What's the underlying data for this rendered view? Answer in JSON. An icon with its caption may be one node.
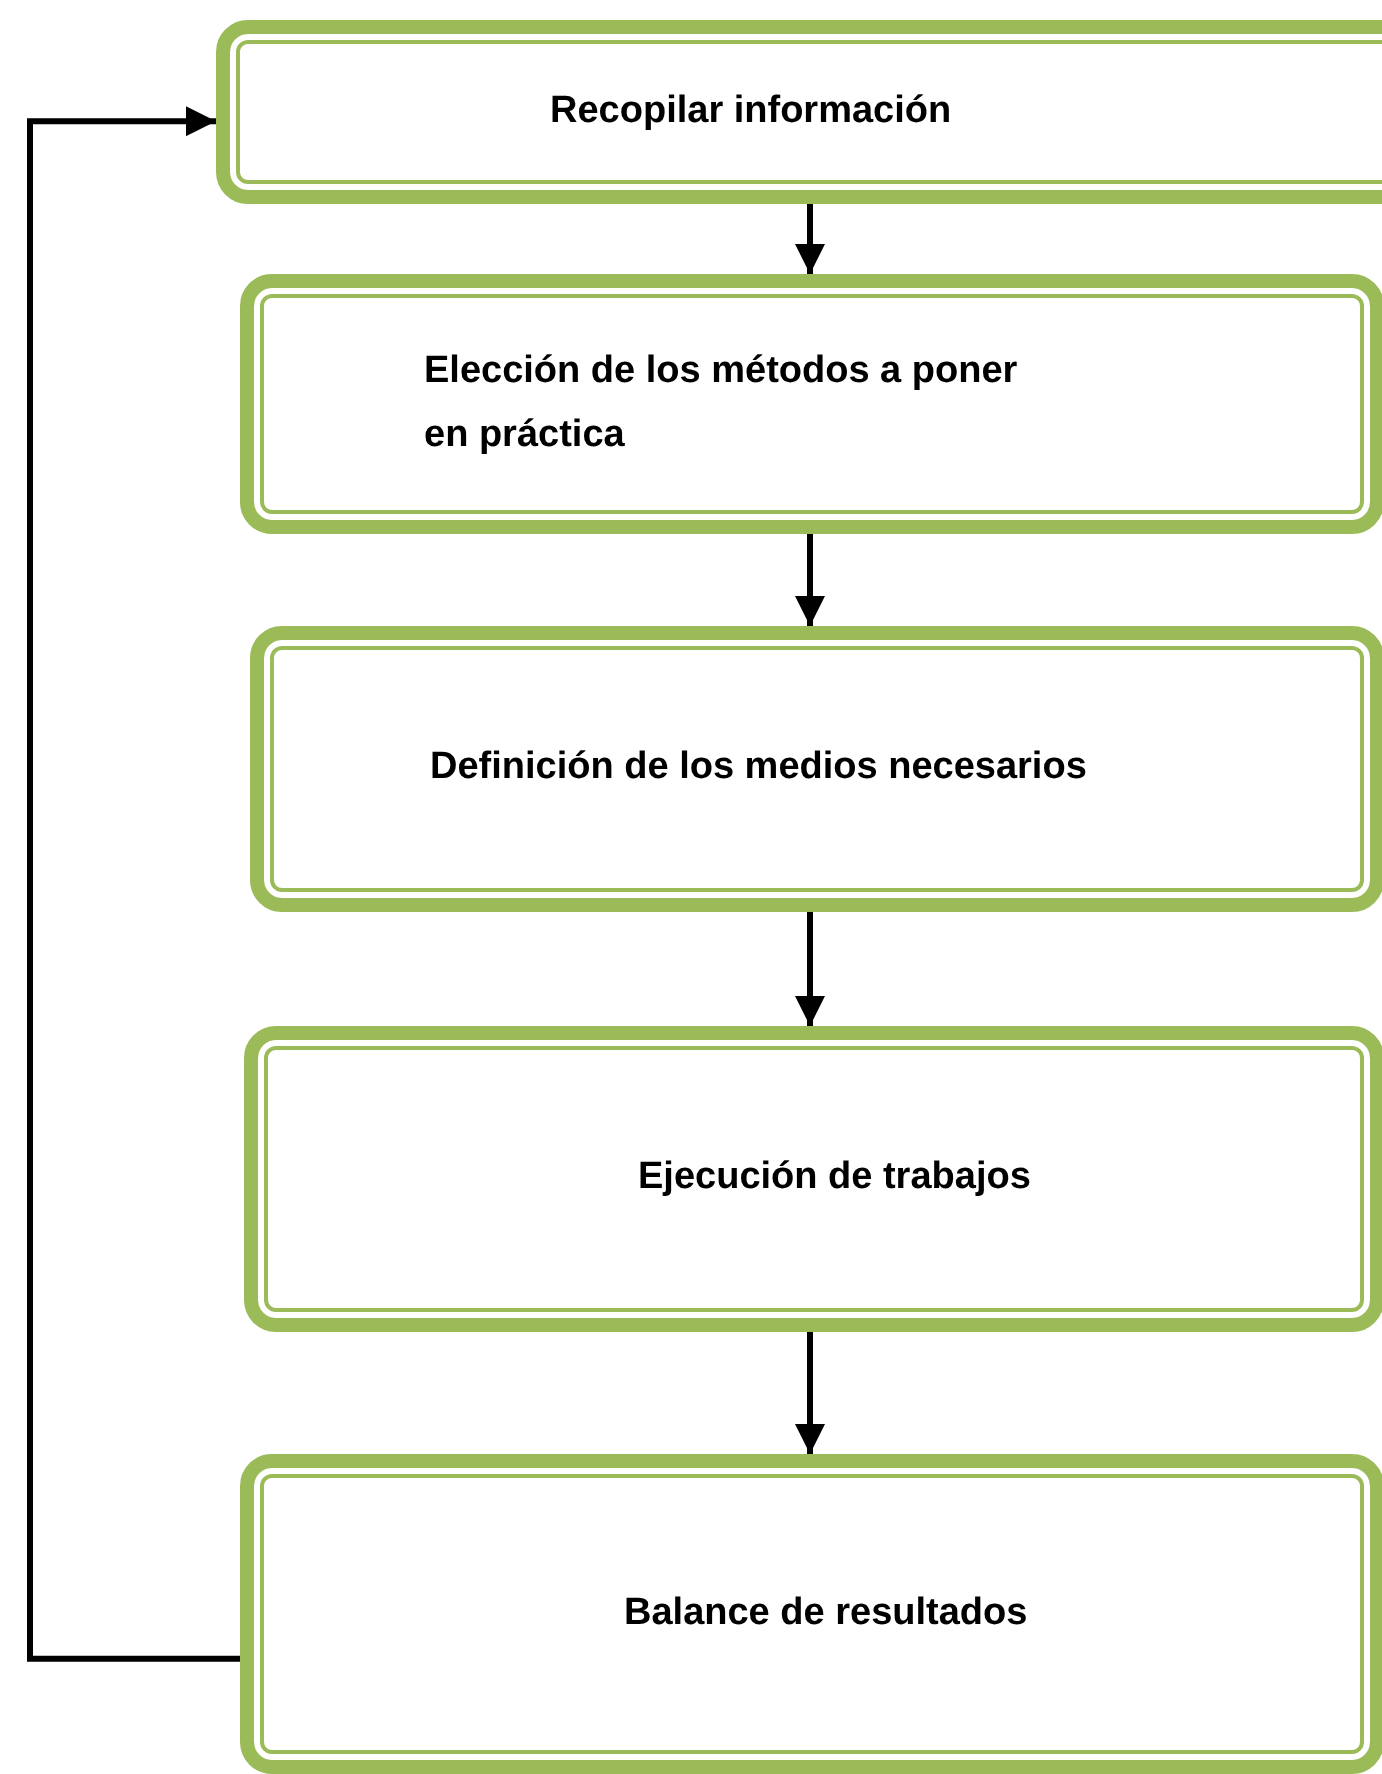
{
  "diagram": {
    "nodes": [
      {
        "text": [
          "Recopilar información"
        ]
      },
      {
        "text": [
          "Elección de los métodos a poner en práctica"
        ]
      },
      {
        "text": [
          "Definición de los medios necesarios"
        ]
      },
      {
        "text": [
          "Ejecución de trabajos"
        ]
      },
      {
        "text": [
          "Balance de resultados"
        ]
      }
    ],
    "edges": [
      {
        "from": 0,
        "to": 1,
        "arrow": "to"
      },
      {
        "from": 1,
        "to": 2,
        "arrow": "to"
      },
      {
        "from": 2,
        "to": 3,
        "arrow": "to"
      },
      {
        "from": 3,
        "to": 4,
        "arrow": "to"
      },
      {
        "from": 4,
        "to": 0,
        "arrow": "to"
      }
    ]
  }
}
